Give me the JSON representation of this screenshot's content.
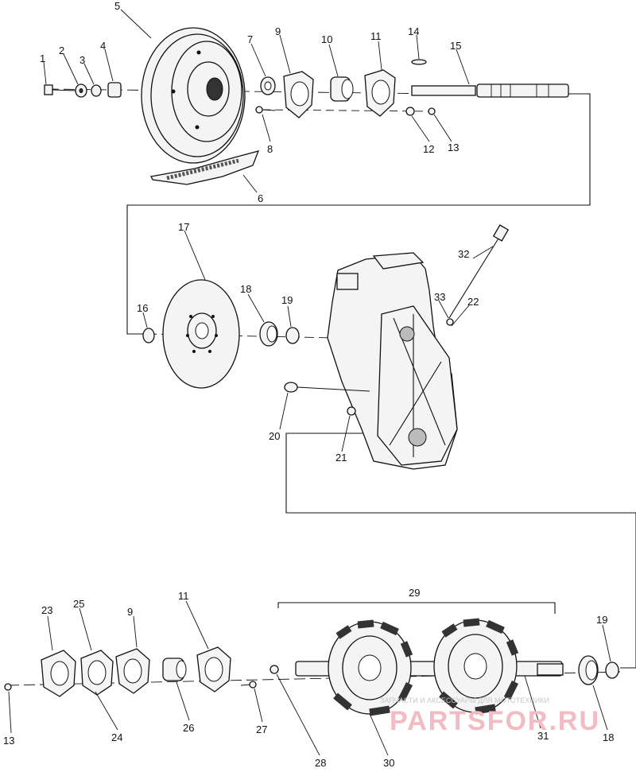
{
  "diagram": {
    "callouts": [
      {
        "id": "1",
        "label": "1"
      },
      {
        "id": "2",
        "label": "2"
      },
      {
        "id": "3",
        "label": "3"
      },
      {
        "id": "4",
        "label": "4"
      },
      {
        "id": "5",
        "label": "5"
      },
      {
        "id": "6",
        "label": "6"
      },
      {
        "id": "7",
        "label": "7"
      },
      {
        "id": "8",
        "label": "8"
      },
      {
        "id": "9a",
        "label": "9"
      },
      {
        "id": "10",
        "label": "10"
      },
      {
        "id": "11a",
        "label": "11"
      },
      {
        "id": "12",
        "label": "12"
      },
      {
        "id": "13a",
        "label": "13"
      },
      {
        "id": "14",
        "label": "14"
      },
      {
        "id": "15",
        "label": "15"
      },
      {
        "id": "16",
        "label": "16"
      },
      {
        "id": "17",
        "label": "17"
      },
      {
        "id": "18a",
        "label": "18"
      },
      {
        "id": "19a",
        "label": "19"
      },
      {
        "id": "20",
        "label": "20"
      },
      {
        "id": "21",
        "label": "21"
      },
      {
        "id": "22",
        "label": "22"
      },
      {
        "id": "32",
        "label": "32"
      },
      {
        "id": "33",
        "label": "33"
      },
      {
        "id": "23",
        "label": "23"
      },
      {
        "id": "25",
        "label": "25"
      },
      {
        "id": "9b",
        "label": "9"
      },
      {
        "id": "11b",
        "label": "11"
      },
      {
        "id": "29",
        "label": "29"
      },
      {
        "id": "19b",
        "label": "19"
      },
      {
        "id": "13b",
        "label": "13"
      },
      {
        "id": "24",
        "label": "24"
      },
      {
        "id": "26",
        "label": "26"
      },
      {
        "id": "27",
        "label": "27"
      },
      {
        "id": "28",
        "label": "28"
      },
      {
        "id": "30",
        "label": "30"
      },
      {
        "id": "31",
        "label": "31"
      },
      {
        "id": "18b",
        "label": "18"
      }
    ]
  },
  "watermark": {
    "caption": "ЗАПЧАСТИ И АКСЕССУАРЫ ДЛЯ МОТОТЕХНИКИ",
    "brand": "PARTSFOR.RU"
  }
}
